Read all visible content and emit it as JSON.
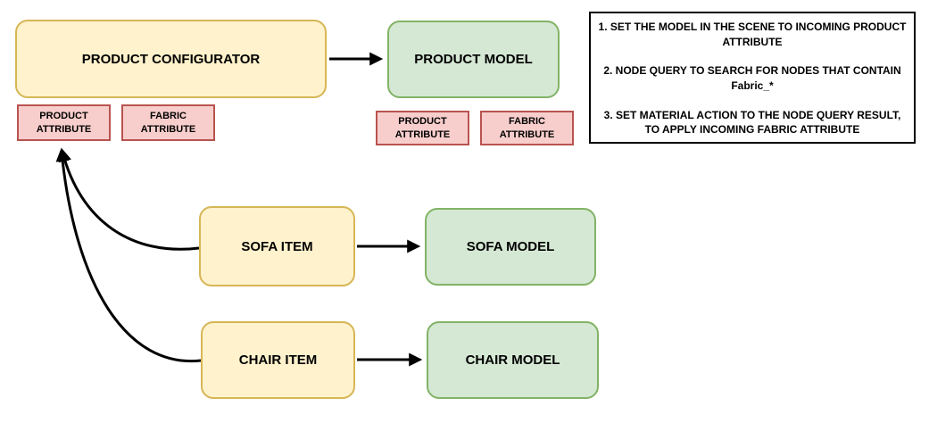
{
  "diagram": {
    "nodes": {
      "product_configurator": "PRODUCT CONFIGURATOR",
      "product_model": "PRODUCT MODEL",
      "sofa_item": "SOFA ITEM",
      "sofa_model": "SOFA MODEL",
      "chair_item": "CHAIR ITEM",
      "chair_model": "CHAIR MODEL"
    },
    "attributes": {
      "product": "PRODUCT ATTRIBUTE",
      "fabric": "FABRIC ATTRIBUTE"
    },
    "notes": [
      "1. SET THE MODEL IN THE SCENE TO INCOMING PRODUCT ATTRIBUTE",
      "2. NODE QUERY TO SEARCH FOR NODES THAT CONTAIN Fabric_*",
      "3. SET MATERIAL ACTION TO THE NODE QUERY RESULT, TO APPLY INCOMING FABRIC ATTRIBUTE"
    ],
    "colors": {
      "yellow_fill": "#FFF2CC",
      "yellow_border": "#D6B656",
      "green_fill": "#D5E8D4",
      "green_border": "#82B366",
      "pink_fill": "#F8CECC",
      "pink_border": "#B85450",
      "arrow": "#000000",
      "note_border": "#000000"
    }
  }
}
